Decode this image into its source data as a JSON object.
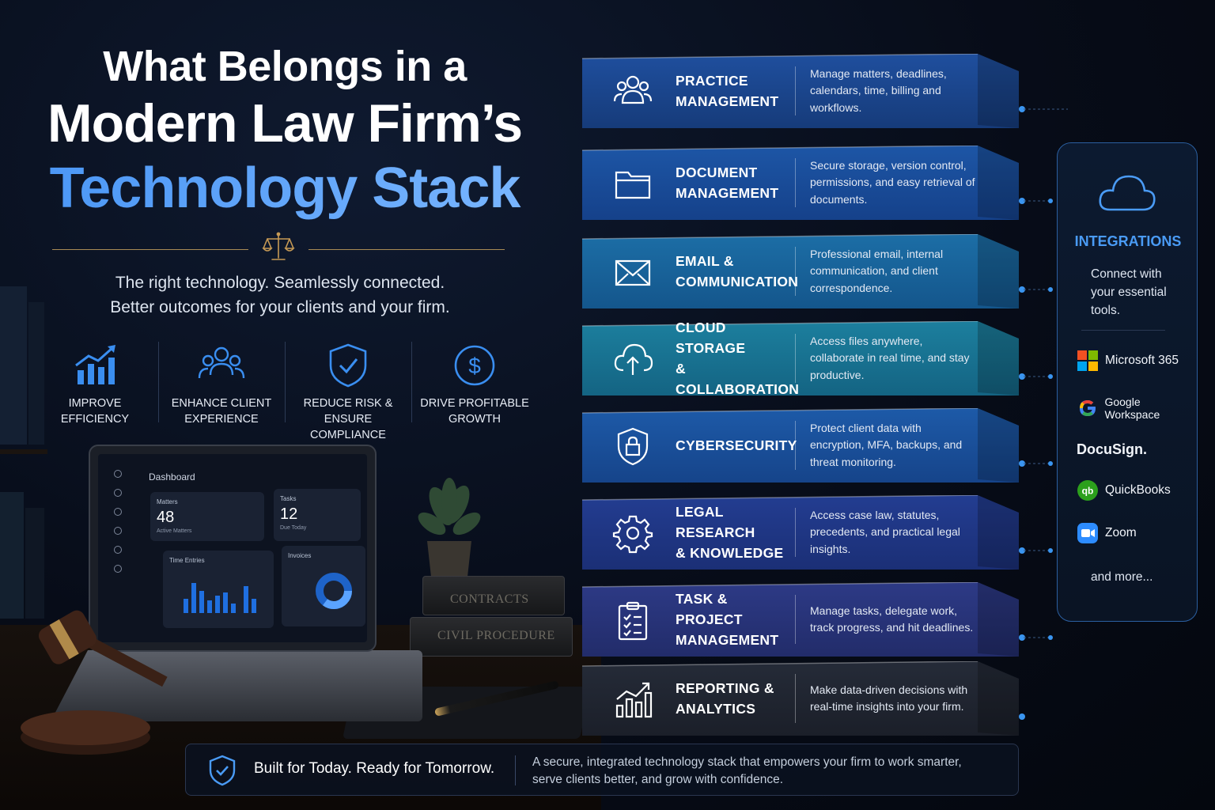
{
  "title": {
    "line1": "What Belongs in a",
    "line2": "Modern Law Firm’s",
    "line3": "Technology Stack"
  },
  "tagline": {
    "line1": "The right technology. Seamlessly connected.",
    "line2": "Better outcomes for your clients and your firm."
  },
  "benefits": [
    {
      "icon": "growth-chart-icon",
      "line1": "IMPROVE",
      "line2": "EFFICIENCY"
    },
    {
      "icon": "people-icon",
      "line1": "ENHANCE CLIENT",
      "line2": "EXPERIENCE"
    },
    {
      "icon": "shield-check-icon",
      "line1": "REDUCE RISK &",
      "line2": "ENSURE COMPLIANCE"
    },
    {
      "icon": "dollar-icon",
      "line1": "DRIVE PROFITABLE",
      "line2": "GROWTH"
    }
  ],
  "dashboard": {
    "title": "Dashboard",
    "matters_label": "Matters",
    "matters_value": "48",
    "matters_sub": "Active Matters",
    "tasks_label": "Tasks",
    "tasks_value": "12",
    "tasks_sub": "Due Today",
    "time_label": "Time Entries",
    "invoices_label": "Invoices"
  },
  "books": [
    "CONTRACTS",
    "CIVIL PROCEDURE"
  ],
  "stack": [
    {
      "icon": "people-icon",
      "line1": "PRACTICE",
      "line2": "MANAGEMENT",
      "desc": "Manage matters, deadlines, calendars, time, billing and workflows.",
      "color_top": "#1f4f9e",
      "color_bottom": "#163b7a"
    },
    {
      "icon": "folder-icon",
      "line1": "DOCUMENT",
      "line2": "MANAGEMENT",
      "desc": "Secure storage, version control, permissions, and easy retrieval of documents.",
      "color_top": "#1d56a6",
      "color_bottom": "#15418a"
    },
    {
      "icon": "envelope-icon",
      "line1": "EMAIL &",
      "line2": "COMMUNICATION",
      "desc": "Professional email, internal communication, and client correspondence.",
      "color_top": "#1c6ea6",
      "color_bottom": "#14568c"
    },
    {
      "icon": "cloud-upload-icon",
      "line1": "CLOUD STORAGE",
      "line2": "& COLLABORATION",
      "desc": "Access files anywhere, collaborate in real time, and stay productive.",
      "color_top": "#1c7f9e",
      "color_bottom": "#146483"
    },
    {
      "icon": "shield-lock-icon",
      "line1": "CYBERSECURITY",
      "line2": "",
      "desc": "Protect client data with encryption, MFA, backups, and threat monitoring.",
      "color_top": "#1d5aa8",
      "color_bottom": "#16448a"
    },
    {
      "icon": "gear-icon",
      "line1": "LEGAL RESEARCH",
      "line2": "& KNOWLEDGE",
      "desc": "Access case law, statutes, precedents, and practical legal insights.",
      "color_top": "#233d91",
      "color_bottom": "#1b2f76"
    },
    {
      "icon": "clipboard-check-icon",
      "line1": "TASK & PROJECT",
      "line2": "MANAGEMENT",
      "desc": "Manage tasks, delegate work, track progress, and hit deadlines.",
      "color_top": "#2d3a86",
      "color_bottom": "#222c6a"
    },
    {
      "icon": "analytics-icon",
      "line1": "REPORTING &",
      "line2": "ANALYTICS",
      "desc": "Make data-driven decisions with real-time insights into your firm.",
      "color_top": "#252b38",
      "color_bottom": "#1b1f29"
    }
  ],
  "integrations": {
    "title": "INTEGRATIONS",
    "subtitle": "Connect with your essential tools.",
    "tools": [
      {
        "icon": "microsoft-logo-icon",
        "name": "Microsoft 365"
      },
      {
        "icon": "google-logo-icon",
        "name": "Google Workspace"
      },
      {
        "icon": "",
        "name": "DocuSign."
      },
      {
        "icon": "quickbooks-logo-icon",
        "name": "QuickBooks"
      },
      {
        "icon": "zoom-logo-icon",
        "name": "Zoom"
      }
    ],
    "more": "and more..."
  },
  "banner": {
    "headline": "Built for Today. Ready for Tomorrow.",
    "text_line1": "A secure, integrated technology stack that empowers your firm to work smarter,",
    "text_line2": "serve clients better, and grow with confidence."
  },
  "colors": {
    "accent": "#3f8ff2",
    "gold": "#a88a55",
    "background": "#070c18"
  }
}
